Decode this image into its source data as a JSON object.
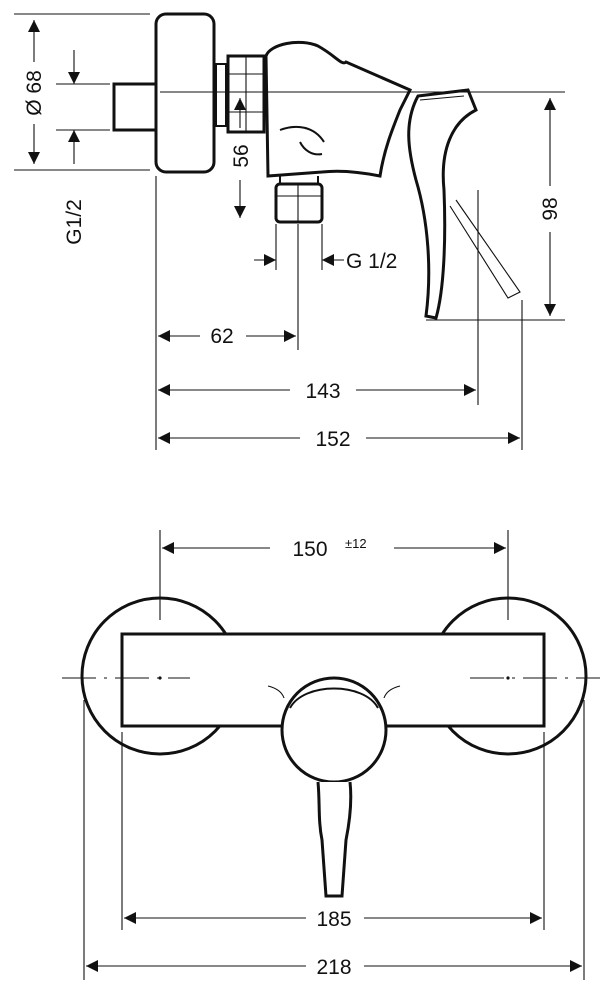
{
  "dimensions": {
    "diameter": "Ø 68",
    "thread_inlet": "G1/2",
    "height_outlet": "56",
    "thread_outlet": "G 1/2",
    "height_lever": "98",
    "depth_outlet": "62",
    "depth_lever": "143",
    "depth_total": "152",
    "centre_distance": "150",
    "centre_tolerance": "±12",
    "width_body": "185",
    "width_total": "218"
  },
  "colors": {
    "line": "#111111",
    "background": "#ffffff"
  }
}
